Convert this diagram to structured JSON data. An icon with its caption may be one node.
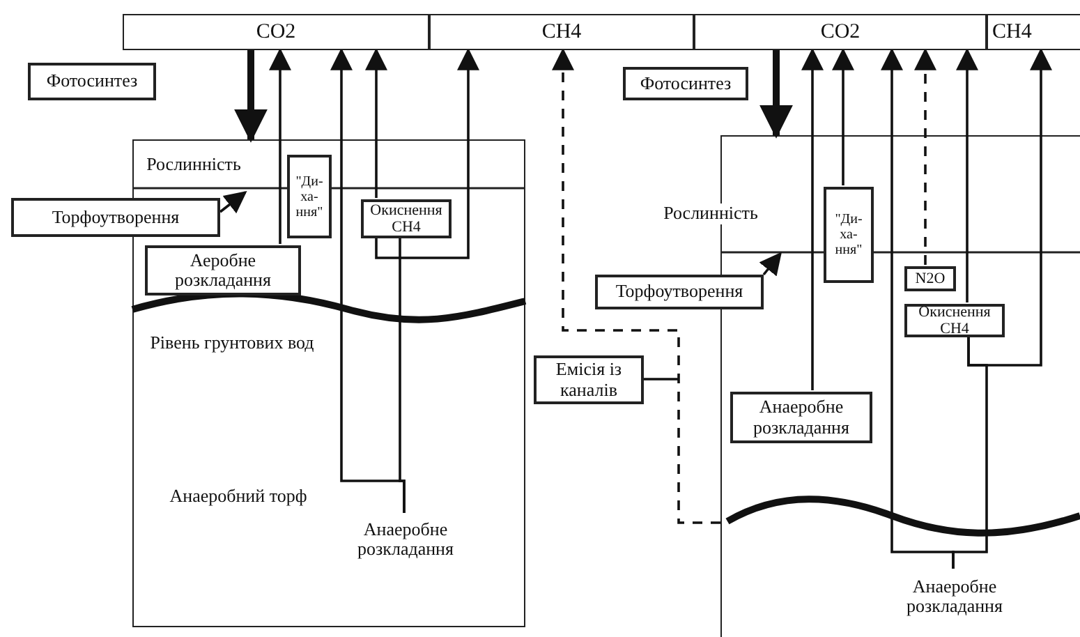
{
  "diagram": {
    "nodes": [
      {
        "text": [
          "CO2"
        ]
      },
      {
        "text": [
          "CH4"
        ]
      },
      {
        "text": [
          "CO2"
        ]
      },
      {
        "text": [
          "CH4"
        ]
      },
      {
        "text": [
          "Фотосинтез"
        ]
      },
      {
        "text": [
          "Рослинність",
          "Рівень грунтових вод",
          "Анаеробний торф"
        ]
      },
      {
        "text": [
          "Торфоутворення"
        ]
      },
      {
        "text": [
          "Аеробне розкладання"
        ],
        "in": 5
      },
      {
        "text": [
          "\"Ди- ха- ння\""
        ],
        "in": 5
      },
      {
        "text": [
          "Окиснення CH4"
        ],
        "in": 5
      },
      {
        "text": [
          "Анаеробне розкладання"
        ],
        "in": 5
      },
      {
        "text": [
          "Емісія із каналів"
        ]
      },
      {
        "text": [
          "Фотосинтез"
        ]
      },
      {
        "text": [
          "Рослинність"
        ]
      },
      {
        "text": [
          "Торфоутворення"
        ]
      },
      {
        "text": [
          "\"Ди- ха- ння\""
        ],
        "in": 13
      },
      {
        "text": [
          "N2O"
        ],
        "in": 13
      },
      {
        "text": [
          "Окиснення CH4"
        ],
        "in": 13
      },
      {
        "text": [
          "Анаеробне розкладання"
        ],
        "in": 13
      },
      {
        "text": [
          "Анаеробне розкладання"
        ],
        "in": 13
      }
    ],
    "edges": [
      {
        "from": 0,
        "to": 5,
        "arrow": "to",
        "style": "thick"
      },
      {
        "from": 6,
        "to": null,
        "arrow": "to"
      },
      {
        "from": 7,
        "to": 0,
        "arrow": "to"
      },
      {
        "from": 10,
        "to": 0,
        "arrow": "to"
      },
      {
        "from": 10,
        "to": 9,
        "arrow": "none"
      },
      {
        "from": 9,
        "to": 0,
        "arrow": "to"
      },
      {
        "from": 9,
        "to": 1,
        "arrow": "to"
      },
      {
        "from": 13,
        "to": 1,
        "arrow": "to",
        "style": "dashed"
      },
      {
        "from": 11,
        "to": null,
        "arrow": "none"
      },
      {
        "from": 2,
        "to": 13,
        "arrow": "to",
        "style": "thick"
      },
      {
        "from": 14,
        "to": null,
        "arrow": "to"
      },
      {
        "from": 15,
        "to": 2,
        "arrow": "to"
      },
      {
        "from": 18,
        "to": 2,
        "arrow": "to"
      },
      {
        "from": 19,
        "to": 2,
        "arrow": "to"
      },
      {
        "from": 19,
        "to": 17,
        "arrow": "none"
      },
      {
        "from": 17,
        "to": 2,
        "arrow": "to"
      },
      {
        "from": 17,
        "to": 3,
        "arrow": "to"
      },
      {
        "from": 16,
        "to": 2,
        "arrow": "to",
        "style": "dashed"
      }
    ]
  }
}
